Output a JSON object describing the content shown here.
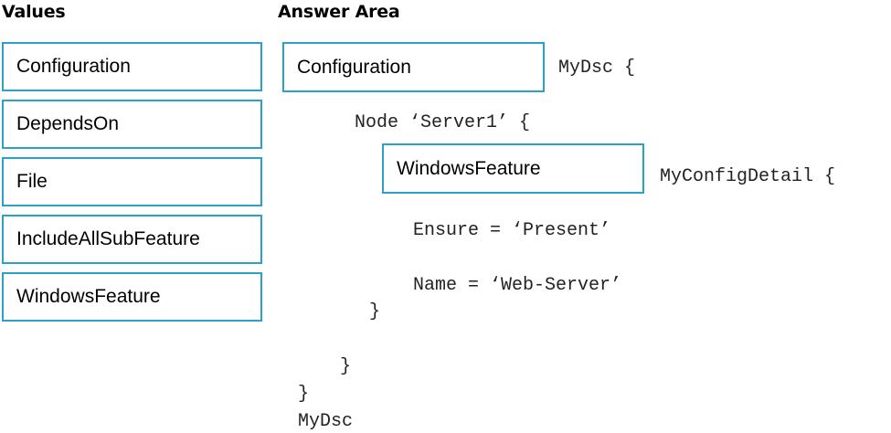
{
  "values": {
    "heading": "Values",
    "items": [
      {
        "label": "Configuration"
      },
      {
        "label": "DependsOn"
      },
      {
        "label": "File"
      },
      {
        "label": "IncludeAllSubFeature"
      },
      {
        "label": "WindowsFeature"
      }
    ]
  },
  "answer": {
    "heading": "Answer Area",
    "slot1": "Configuration",
    "slot2": "WindowsFeature",
    "code": {
      "config_name": "MyDsc {",
      "node_line": "Node ‘Server1’ {",
      "resource_name": "MyConfigDetail {",
      "ensure_line": "Ensure = ‘Present’",
      "name_line": "Name = ‘Web-Server’",
      "close_resource": "}",
      "close_node": "}",
      "close_config": "}",
      "invoke_line": "MyDsc"
    }
  }
}
